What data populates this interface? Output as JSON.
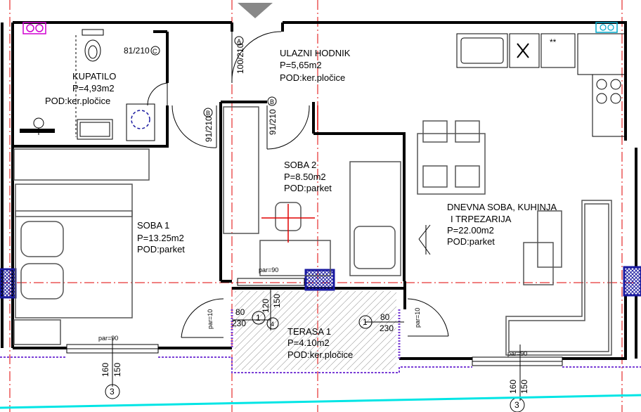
{
  "rooms": [
    {
      "id": "kupatilo",
      "name": "KUPATILO",
      "area": "P=4,93m2",
      "floor": "POD:ker.pločice"
    },
    {
      "id": "hodnik",
      "name": "ULAZNI HODNIK",
      "area": "P=5,65m2",
      "floor": "POD:ker.pločice"
    },
    {
      "id": "soba1",
      "name": "SOBA 1",
      "area": "P=13.25m2",
      "floor": "POD:parket"
    },
    {
      "id": "soba2",
      "name": "SOBA 2",
      "area": "P=8.50m2",
      "floor": "POD:parket"
    },
    {
      "id": "dnevna",
      "name": "DNEVNA SOBA, KUHINJA",
      "name2": "I TRPEZARIJA",
      "area": "P=22.00m2",
      "floor": "POD:parket"
    },
    {
      "id": "terasa",
      "name": "TERASA 1",
      "area": "P=4.10m2",
      "floor": "POD:ker.pločice"
    }
  ],
  "doors": {
    "d_bath": "81/210",
    "d_entry": "100/210",
    "d_soba1": "91/210",
    "d_soba2": "91/210",
    "tag_a": "A",
    "tag_b1": "B",
    "tag_b2": "B",
    "tag_c": "C"
  },
  "dims": {
    "par90_a": "par=90",
    "par90_b": "par=90",
    "par90_c": "par=90",
    "par10_a": "par=10",
    "par10_b": "par=10",
    "w80_a": "80",
    "h230_a": "230",
    "w80_b": "80",
    "h230_b": "230",
    "d120": "120",
    "d150": "150",
    "v160_a": "160",
    "v150_a": "150",
    "v160_b": "160",
    "v150_b": "150"
  },
  "markers": {
    "m1a": "1",
    "m1b": "1",
    "m4": "4",
    "m3a": "3",
    "m3b": "3"
  },
  "colors": {
    "wall": "#000000",
    "axis": "#e00000",
    "window": "#1a1aa0",
    "outline": "#7a3fd6",
    "ground": "#00e5e5"
  }
}
